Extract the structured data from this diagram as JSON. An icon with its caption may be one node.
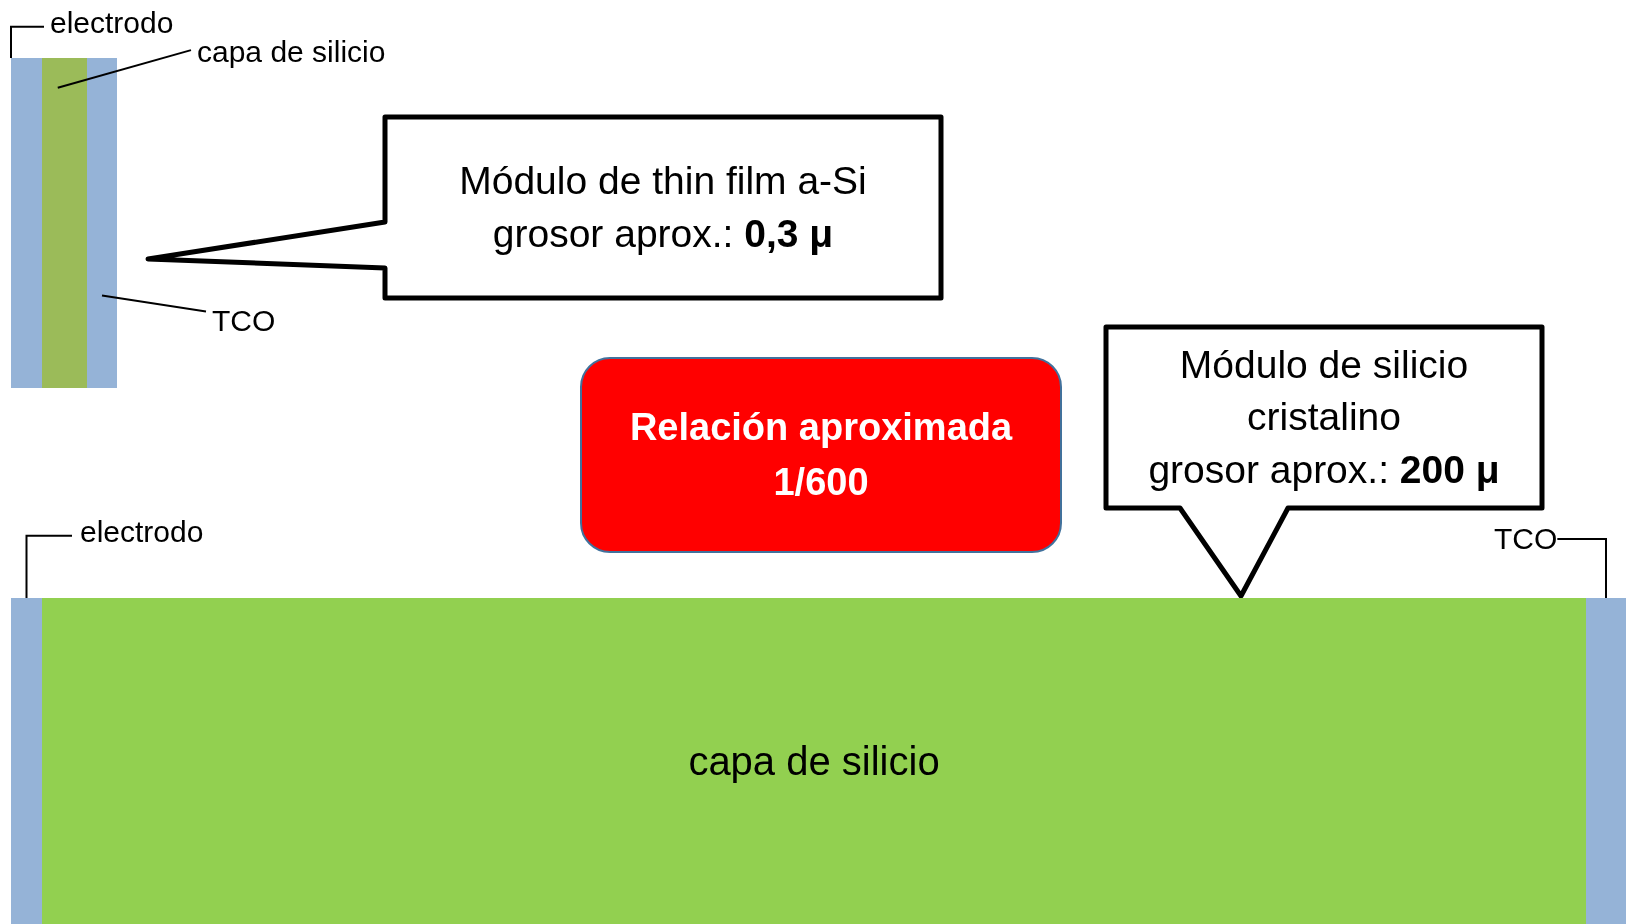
{
  "diagram": {
    "nodes": [
      {
        "text": [],
        "shape": "box"
      },
      {
        "text": [],
        "shape": "box"
      },
      {
        "text": [],
        "shape": "box"
      },
      {
        "text": [
          "electrodo"
        ]
      },
      {
        "text": [
          "capa de silicio"
        ]
      },
      {
        "text": [
          "TCO"
        ]
      },
      {
        "text": [
          "Módulo de thin film a-Si",
          "grosor aprox.: **0,3 μ**"
        ]
      },
      {
        "text": [
          "Relación aproximada 1/600"
        ]
      },
      {
        "text": [
          "Módulo de silicio cristalino",
          "grosor aprox.: **200 μ**"
        ]
      },
      {
        "text": [],
        "shape": "box"
      },
      {
        "text": [
          "capa de silicio"
        ]
      },
      {
        "text": [],
        "shape": "box"
      },
      {
        "text": [
          "electrodo"
        ]
      },
      {
        "text": [
          "TCO"
        ]
      }
    ],
    "edges": [
      {
        "from": 3,
        "to": 0,
        "arrow": "none"
      },
      {
        "from": 4,
        "to": 1,
        "arrow": "none"
      },
      {
        "from": 5,
        "to": 2,
        "arrow": "none"
      },
      {
        "from": 12,
        "to": 9,
        "arrow": "none"
      },
      {
        "from": 13,
        "to": 11,
        "arrow": "none"
      }
    ]
  }
}
